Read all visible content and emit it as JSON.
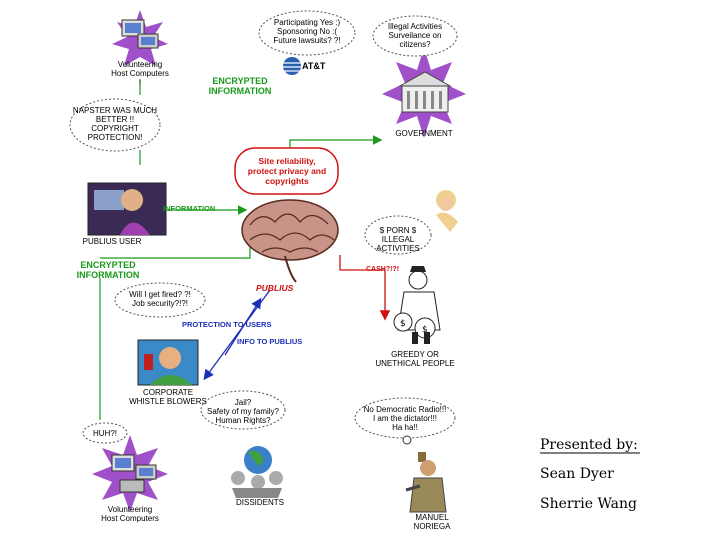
{
  "nodes": {
    "volunteer_top": "Volunteering\nHost Computers\n!",
    "att_bubble": "Participating Yes :)\nSponsoring No :(\nFuture lawsuits? ?!",
    "att_logo": "AT&T",
    "gov_bubble": "Illegal Activities\nSurveilance on\ncitizens?",
    "government": "GOVERNMENT",
    "napster_bubble": "NAPSTER WAS MUCH\nBETTER !!\nCOPYRIGHT\nPROTECTION!",
    "encrypted_top": "ENCRYPTED\nINFORMATION",
    "site_goal": "Site reliability,\nprotect privacy and\ncopyrights",
    "information": "INFORMATION",
    "publius_user": "PUBLIUS USER",
    "porn_bubble": "$ PORN $\nILLEGAL\nACTIVITIES",
    "encrypted_left": "ENCRYPTED\nINFORMATION",
    "cash": "CASH?!?!",
    "publius": "PUBLIUS",
    "job_bubble": "Will I get fired? ?!\nJob security?!?!",
    "protection": "PROTECTION TO USERS",
    "info_to_publius": "INFO TO PUBLIUS",
    "greedy": "GREEDY OR\nUNETHICAL PEOPLE",
    "whistle": "CORPORATE\nWHISTLE BLOWERS",
    "jail_bubble": "Jail?\nSafety of my family?\nHuman Rights?",
    "noriega_bubble": "No Democratic Radio!!!\nI am the dictator!!!\nHa ha!!",
    "huh_bubble": "HUH?!",
    "volunteer_bottom": "Volunteering\nHost Computers",
    "dissidents": "DISSIDENTS",
    "noriega": "MANUEL\nNORIEGA"
  },
  "presenters": {
    "heading": "Presented by:",
    "names": [
      "Sean Dyer",
      "Sherrie Wang"
    ]
  },
  "colors": {
    "green": "#1a9a1a",
    "blue": "#1c2fb8",
    "red": "#d01010",
    "star": "#a050c8"
  }
}
